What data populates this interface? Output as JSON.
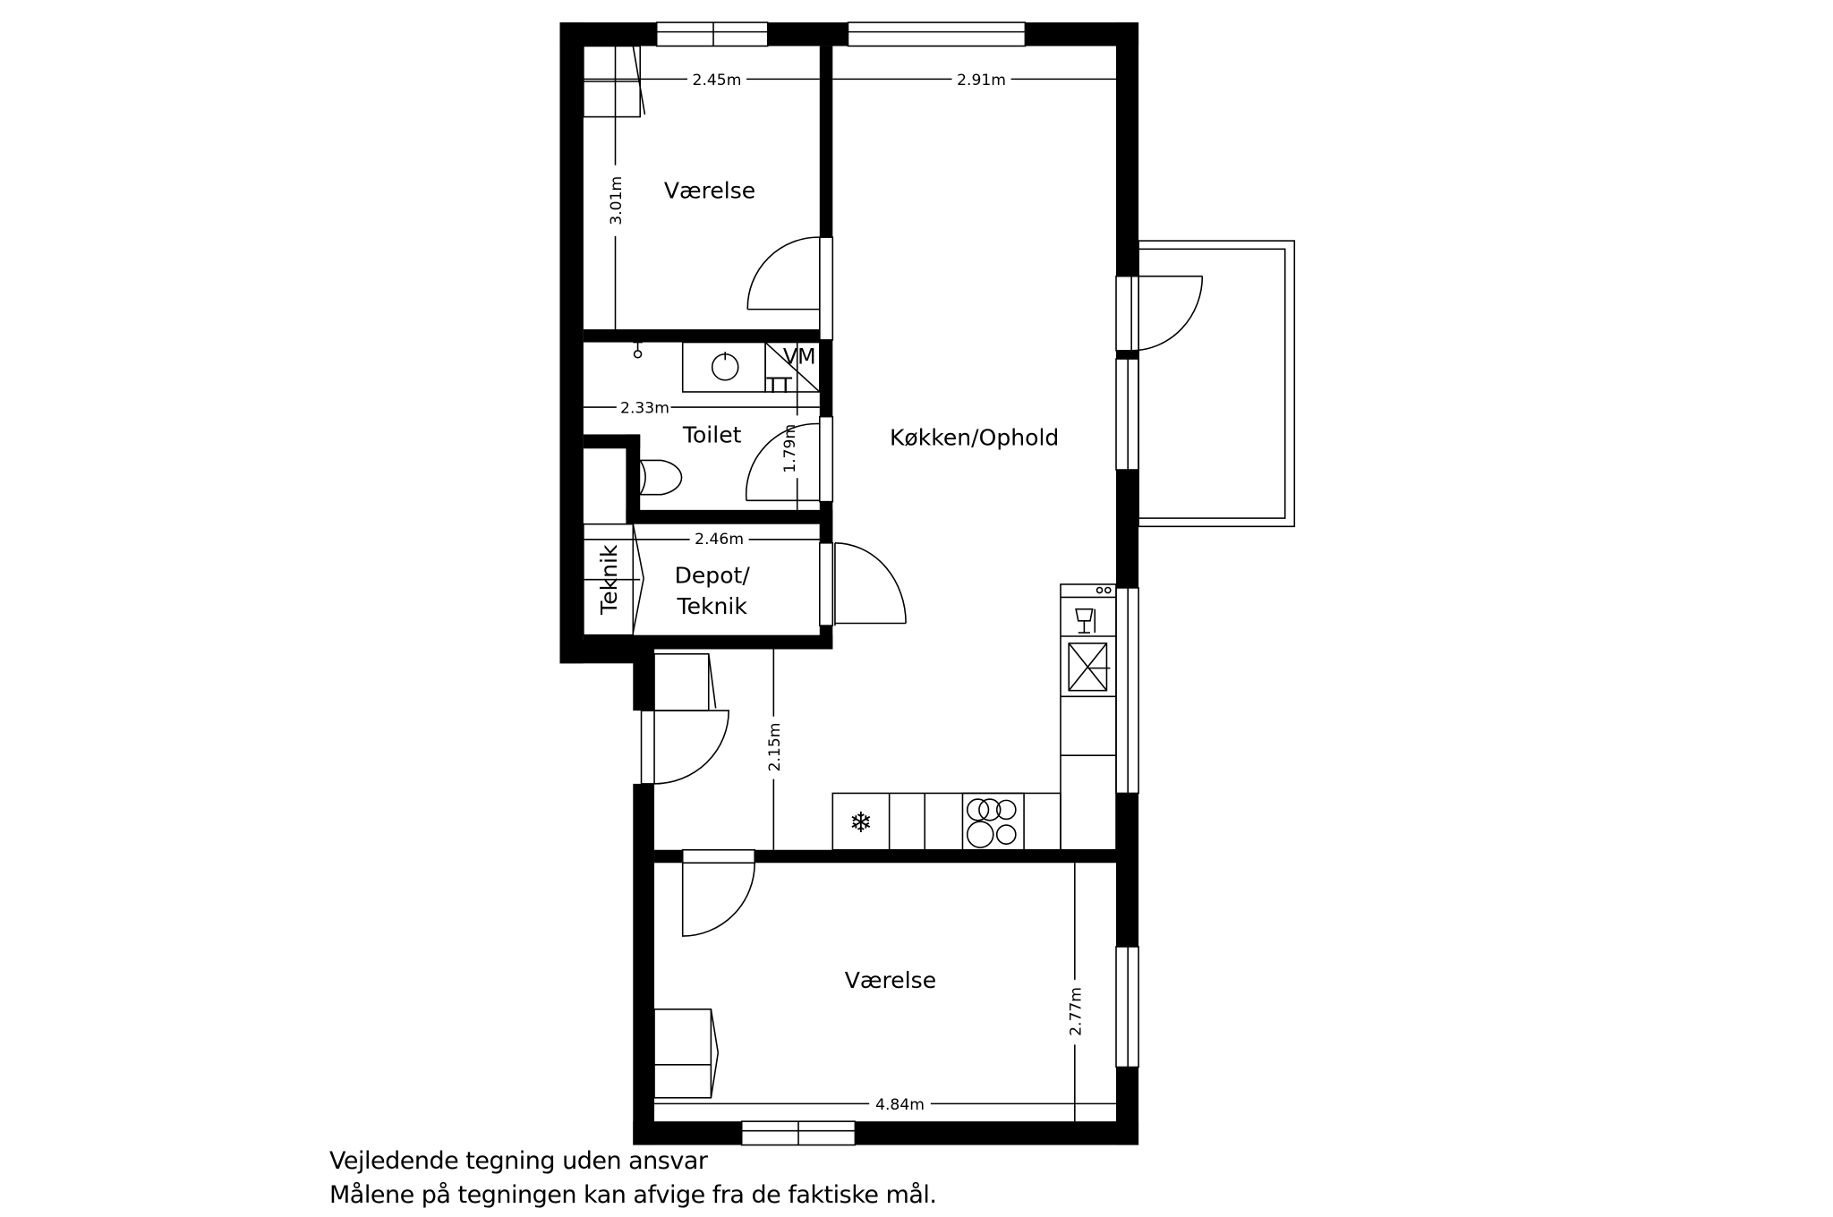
{
  "floorplan": {
    "rooms": [
      {
        "id": "bedroom-1",
        "label": "Værelse",
        "width": "2.45m",
        "height": "3.01m"
      },
      {
        "id": "kitchen-living",
        "label": "Køkken/Ophold",
        "width": "2.91m"
      },
      {
        "id": "toilet",
        "label": "Toilet",
        "width": "2.33m",
        "height": "1.79m"
      },
      {
        "id": "depot",
        "label_line1": "Depot/",
        "label_line2": "Teknik",
        "width": "2.46m"
      },
      {
        "id": "teknik-cabinet",
        "label": "Teknik"
      },
      {
        "id": "entrance",
        "height": "2.15m"
      },
      {
        "id": "bedroom-2",
        "label": "Værelse",
        "width": "4.84m",
        "height": "2.77m"
      }
    ],
    "fixtures": {
      "washer_label": "VM",
      "dryer_label": "TT"
    },
    "icons": [
      "shower-icon",
      "sink-icon",
      "toilet-icon",
      "freezer-icon",
      "stove-icon",
      "dishwasher-icon",
      "oven-icon",
      "door-swing-icon",
      "window-icon",
      "balcony"
    ]
  },
  "footer": {
    "line1": "Vejledende tegning uden ansvar",
    "line2": "Målene på tegningen kan afvige fra de faktiske mål."
  }
}
